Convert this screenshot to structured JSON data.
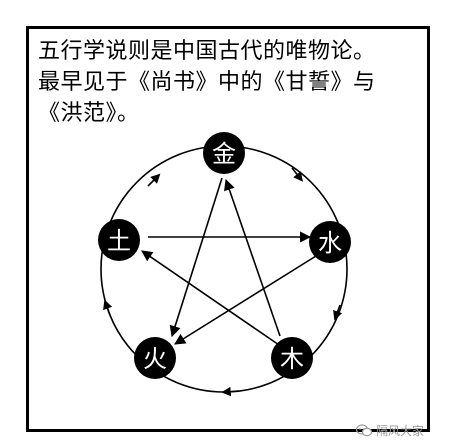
{
  "caption": {
    "line1": "五行学说则是中国古代的唯物论。",
    "line2": "最早见于《尚书》中的《甘誓》与",
    "line3": "《洪范》。"
  },
  "elements": {
    "top": "金",
    "right": "水",
    "bottom_right": "木",
    "bottom_left": "火",
    "left": "土"
  },
  "watermark": {
    "text": "隔风大家",
    "icon": "wechat-icon"
  },
  "colors": {
    "ink": "#000000",
    "background": "#ffffff",
    "watermark": "#9a9a9a"
  }
}
